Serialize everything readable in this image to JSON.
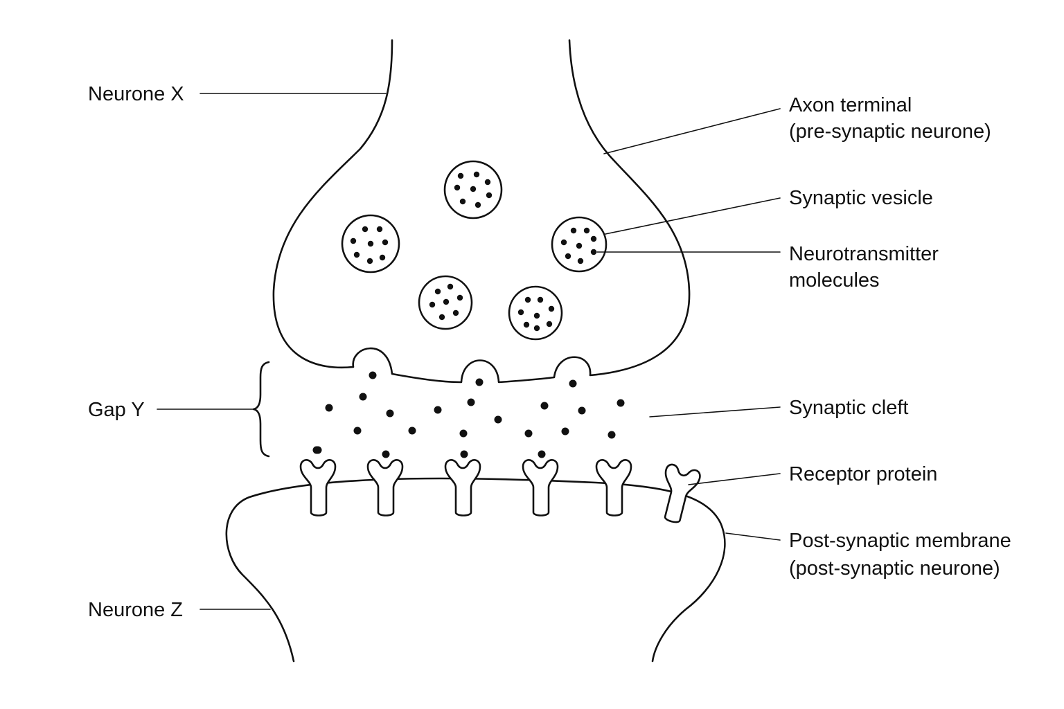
{
  "labels": {
    "neurone_x": "Neurone X",
    "gap_y": "Gap Y",
    "neurone_z": "Neurone Z",
    "axon_terminal": [
      "Axon terminal",
      "(pre-synaptic neurone)"
    ],
    "synaptic_vesicle": "Synaptic vesicle",
    "neurotransmitter": [
      "Neurotransmitter",
      "molecules"
    ],
    "synaptic_cleft": "Synaptic cleft",
    "receptor_protein": "Receptor protein",
    "post_synaptic_membrane": [
      "Post-synaptic membrane",
      "(post-synaptic neurone)"
    ]
  }
}
